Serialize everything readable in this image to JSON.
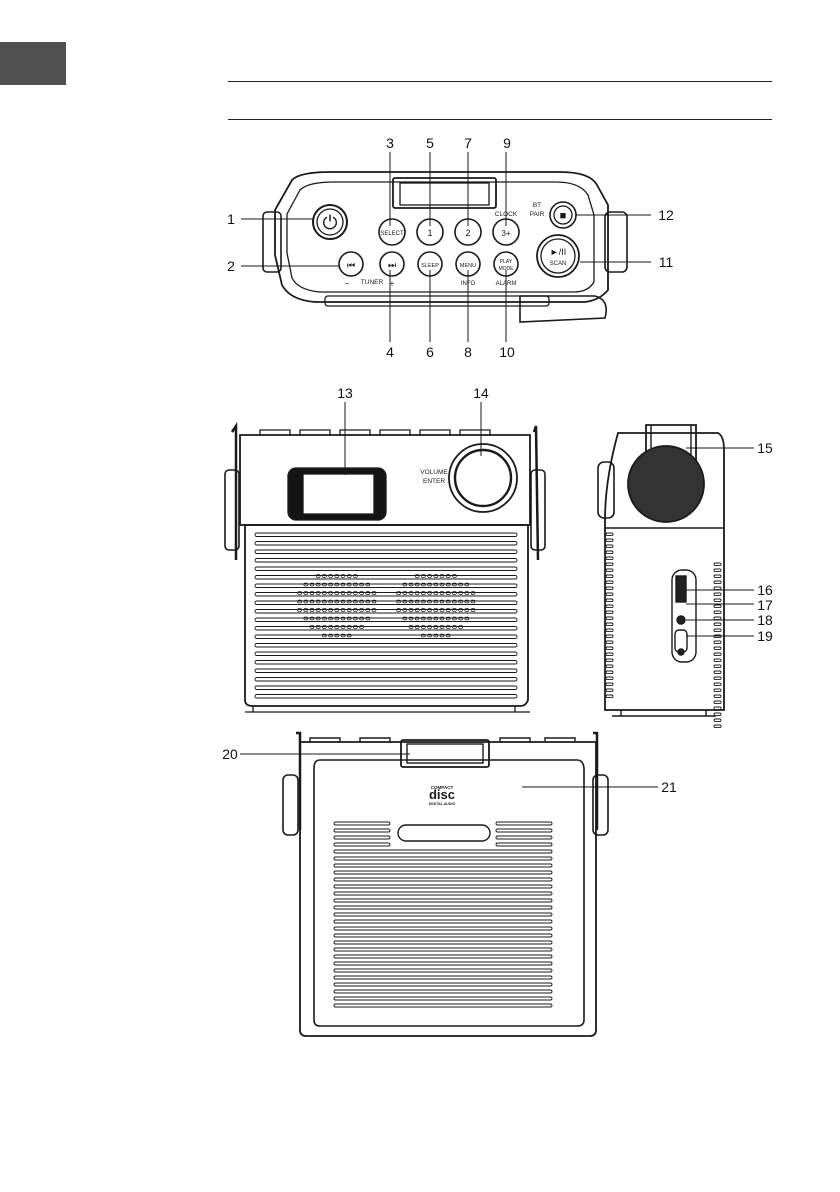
{
  "page": {
    "language_tab_color": "#505050"
  },
  "callouts": {
    "top_upper": [
      "3",
      "5",
      "7",
      "9"
    ],
    "top_lower": [
      "4",
      "6",
      "8",
      "10"
    ],
    "top_left": [
      "1",
      "2"
    ],
    "top_right": [
      "12",
      "11"
    ],
    "front": [
      "13",
      "14"
    ],
    "side": [
      "15",
      "16",
      "17",
      "18",
      "19"
    ],
    "back_left": "20",
    "back_right": "21"
  },
  "button_labels": {
    "power": "⏻",
    "select": "SELECT",
    "preset1": "1",
    "preset2": "2",
    "preset3": "3+",
    "clock": "CLOCK",
    "bt_pair": [
      "BT",
      "PAIR"
    ],
    "stop": "■",
    "play_pause": "►/II",
    "scan": "SCAN",
    "prev": "⏮",
    "next": "⏭",
    "tuner": "TUNER",
    "minus": "−",
    "plus": "+",
    "sleep": "SLEEP",
    "menu": "MENU",
    "info": "INFO",
    "play_mode": [
      "PLAY",
      "MODE"
    ],
    "alarm": "ALARM"
  },
  "front_labels": {
    "volume": "VOLUME",
    "enter": "ENTER"
  },
  "cd_logo": {
    "line1": "COMPACT",
    "line2": "disc",
    "line3": "DIGITAL AUDIO"
  }
}
